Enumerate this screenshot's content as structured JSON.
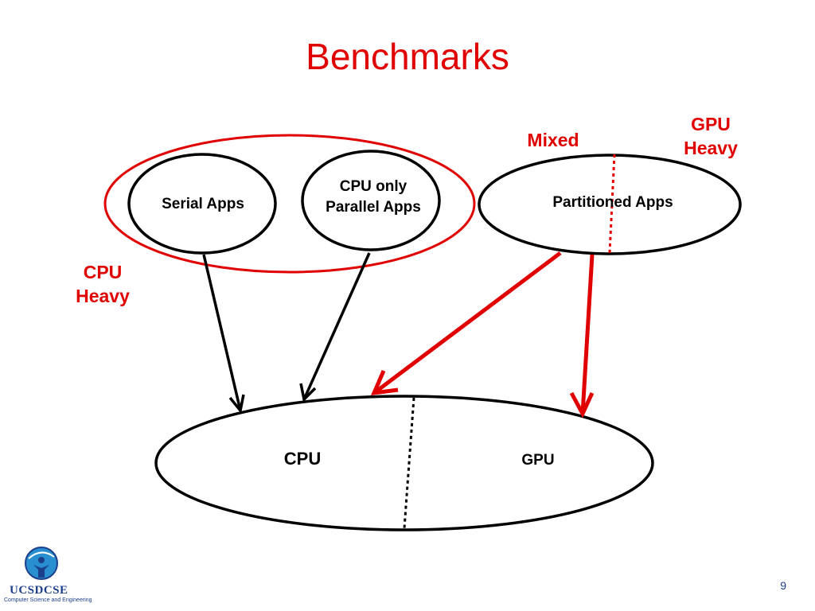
{
  "slide": {
    "title": "Benchmarks",
    "page_number": "9"
  },
  "diagram": {
    "nodes": {
      "serial": "Serial Apps",
      "cpu_only_line1": "CPU only",
      "cpu_only_line2": "Parallel Apps",
      "partitioned": "Partitioned Apps",
      "cpu": "CPU",
      "gpu": "GPU"
    },
    "annotations": {
      "cpu_heavy_line1": "CPU",
      "cpu_heavy_line2": "Heavy",
      "mixed": "Mixed",
      "gpu_heavy_line1": "GPU",
      "gpu_heavy_line2": "Heavy"
    },
    "colors": {
      "accent": "#e00000",
      "stroke": "#000000",
      "logo": "#1b3f8b"
    }
  },
  "logo": {
    "text": "UCSDCSE",
    "subtitle": "Computer Science and Engineering"
  }
}
